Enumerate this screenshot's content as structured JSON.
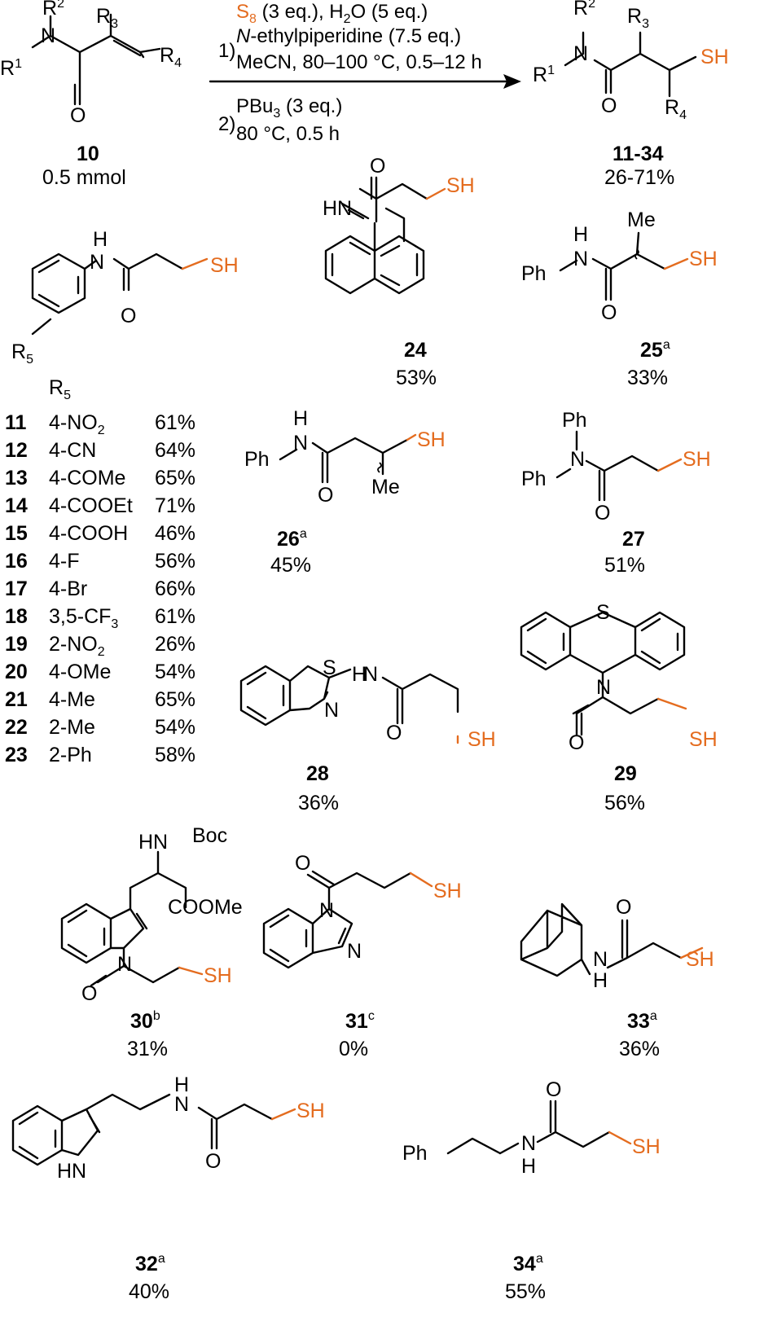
{
  "reaction": {
    "conditions": {
      "step1_label": "1)",
      "step1_reagent_S": "S",
      "step1_reagent_S_sub": "8",
      "step1_reagent_S_amt": " (3 eq.), H",
      "step1_h2o_sub": "2",
      "step1_h2o_tail": "O (5 eq.)",
      "step1_base_italic": "N",
      "step1_base": "-ethylpiperidine (7.5 eq.)",
      "step1_conditions": "MeCN, 80–100 °C, 0.5–12 h",
      "step2_label": "2)",
      "step2_reagent": "PBu",
      "step2_reagent_sub": "3",
      "step2_reagent_tail": " (3 eq.)",
      "step2_conditions": "80 °C, 0.5 h"
    },
    "starting_material": {
      "id": "10",
      "amount": "0.5 mmol"
    },
    "product": {
      "id": "11-34",
      "yield": "26-71%"
    }
  },
  "table": {
    "header": "R",
    "header_sub": "5",
    "rows": [
      {
        "id": "11",
        "sub": "4-NO",
        "subsub": "2",
        "yield": "61%"
      },
      {
        "id": "12",
        "sub": "4-CN",
        "subsub": "",
        "yield": "64%"
      },
      {
        "id": "13",
        "sub": "4-COMe",
        "subsub": "",
        "yield": "65%"
      },
      {
        "id": "14",
        "sub": "4-COOEt",
        "subsub": "",
        "yield": "71%"
      },
      {
        "id": "15",
        "sub": "4-COOH",
        "subsub": "",
        "yield": "46%"
      },
      {
        "id": "16",
        "sub": "4-F",
        "subsub": "",
        "yield": "56%"
      },
      {
        "id": "17",
        "sub": "4-Br",
        "subsub": "",
        "yield": "66%"
      },
      {
        "id": "18",
        "sub": "3,5-CF",
        "subsub": "3",
        "yield": "61%"
      },
      {
        "id": "19",
        "sub": "2-NO",
        "subsub": "2",
        "yield": "26%"
      },
      {
        "id": "20",
        "sub": "4-OMe",
        "subsub": "",
        "yield": "54%"
      },
      {
        "id": "21",
        "sub": "4-Me",
        "subsub": "",
        "yield": "65%"
      },
      {
        "id": "22",
        "sub": "2-Me",
        "subsub": "",
        "yield": "54%"
      },
      {
        "id": "23",
        "sub": "2-Ph",
        "subsub": "",
        "yield": "58%"
      }
    ]
  },
  "compounds": [
    {
      "id": "24",
      "note": "",
      "yield": "53%"
    },
    {
      "id": "25",
      "note": "a",
      "yield": "33%"
    },
    {
      "id": "26",
      "note": "a",
      "yield": "45%"
    },
    {
      "id": "27",
      "note": "",
      "yield": "51%"
    },
    {
      "id": "28",
      "note": "",
      "yield": "36%"
    },
    {
      "id": "29",
      "note": "",
      "yield": "56%"
    },
    {
      "id": "30",
      "note": "b",
      "yield": "31%"
    },
    {
      "id": "31",
      "note": "c",
      "yield": "0%"
    },
    {
      "id": "32",
      "note": "a",
      "yield": "40%"
    },
    {
      "id": "33",
      "note": "a",
      "yield": "36%"
    },
    {
      "id": "34",
      "note": "a",
      "yield": "55%"
    }
  ],
  "atoms": {
    "N": "N",
    "O": "O",
    "S": "S",
    "SH": "SH",
    "R": "R",
    "Ph": "Ph",
    "Me": "Me",
    "H": "H",
    "HN": "HN",
    "HN_dash": "HN",
    "Boc": "Boc",
    "COOMe": "COOMe",
    "R1": "1",
    "R2": "2",
    "R3": "3",
    "R4": "4",
    "R5": "5"
  },
  "colors": {
    "thiol": "#e46c1f",
    "ink": "#000000"
  }
}
